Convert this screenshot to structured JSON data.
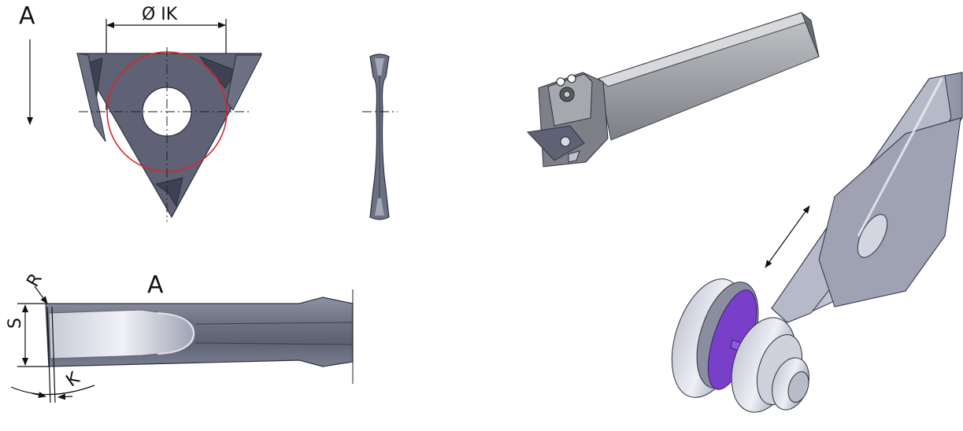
{
  "labels": {
    "view_a_top": "A",
    "diameter_ik": "Ø IK",
    "view_a_side": "A",
    "radius_r": "R",
    "thickness_s": "S",
    "angle_k": "K"
  },
  "colors": {
    "insert_dark": "#5e6274",
    "insert_mid": "#7b8092",
    "insert_light": "#e4e6ee",
    "inscribed_circle": "#d6262c",
    "workpiece_purple": "#7a3fc9",
    "holder_gray": "#8f9198"
  },
  "icons": [
    "arrow-down-icon",
    "double-arrow-icon"
  ]
}
